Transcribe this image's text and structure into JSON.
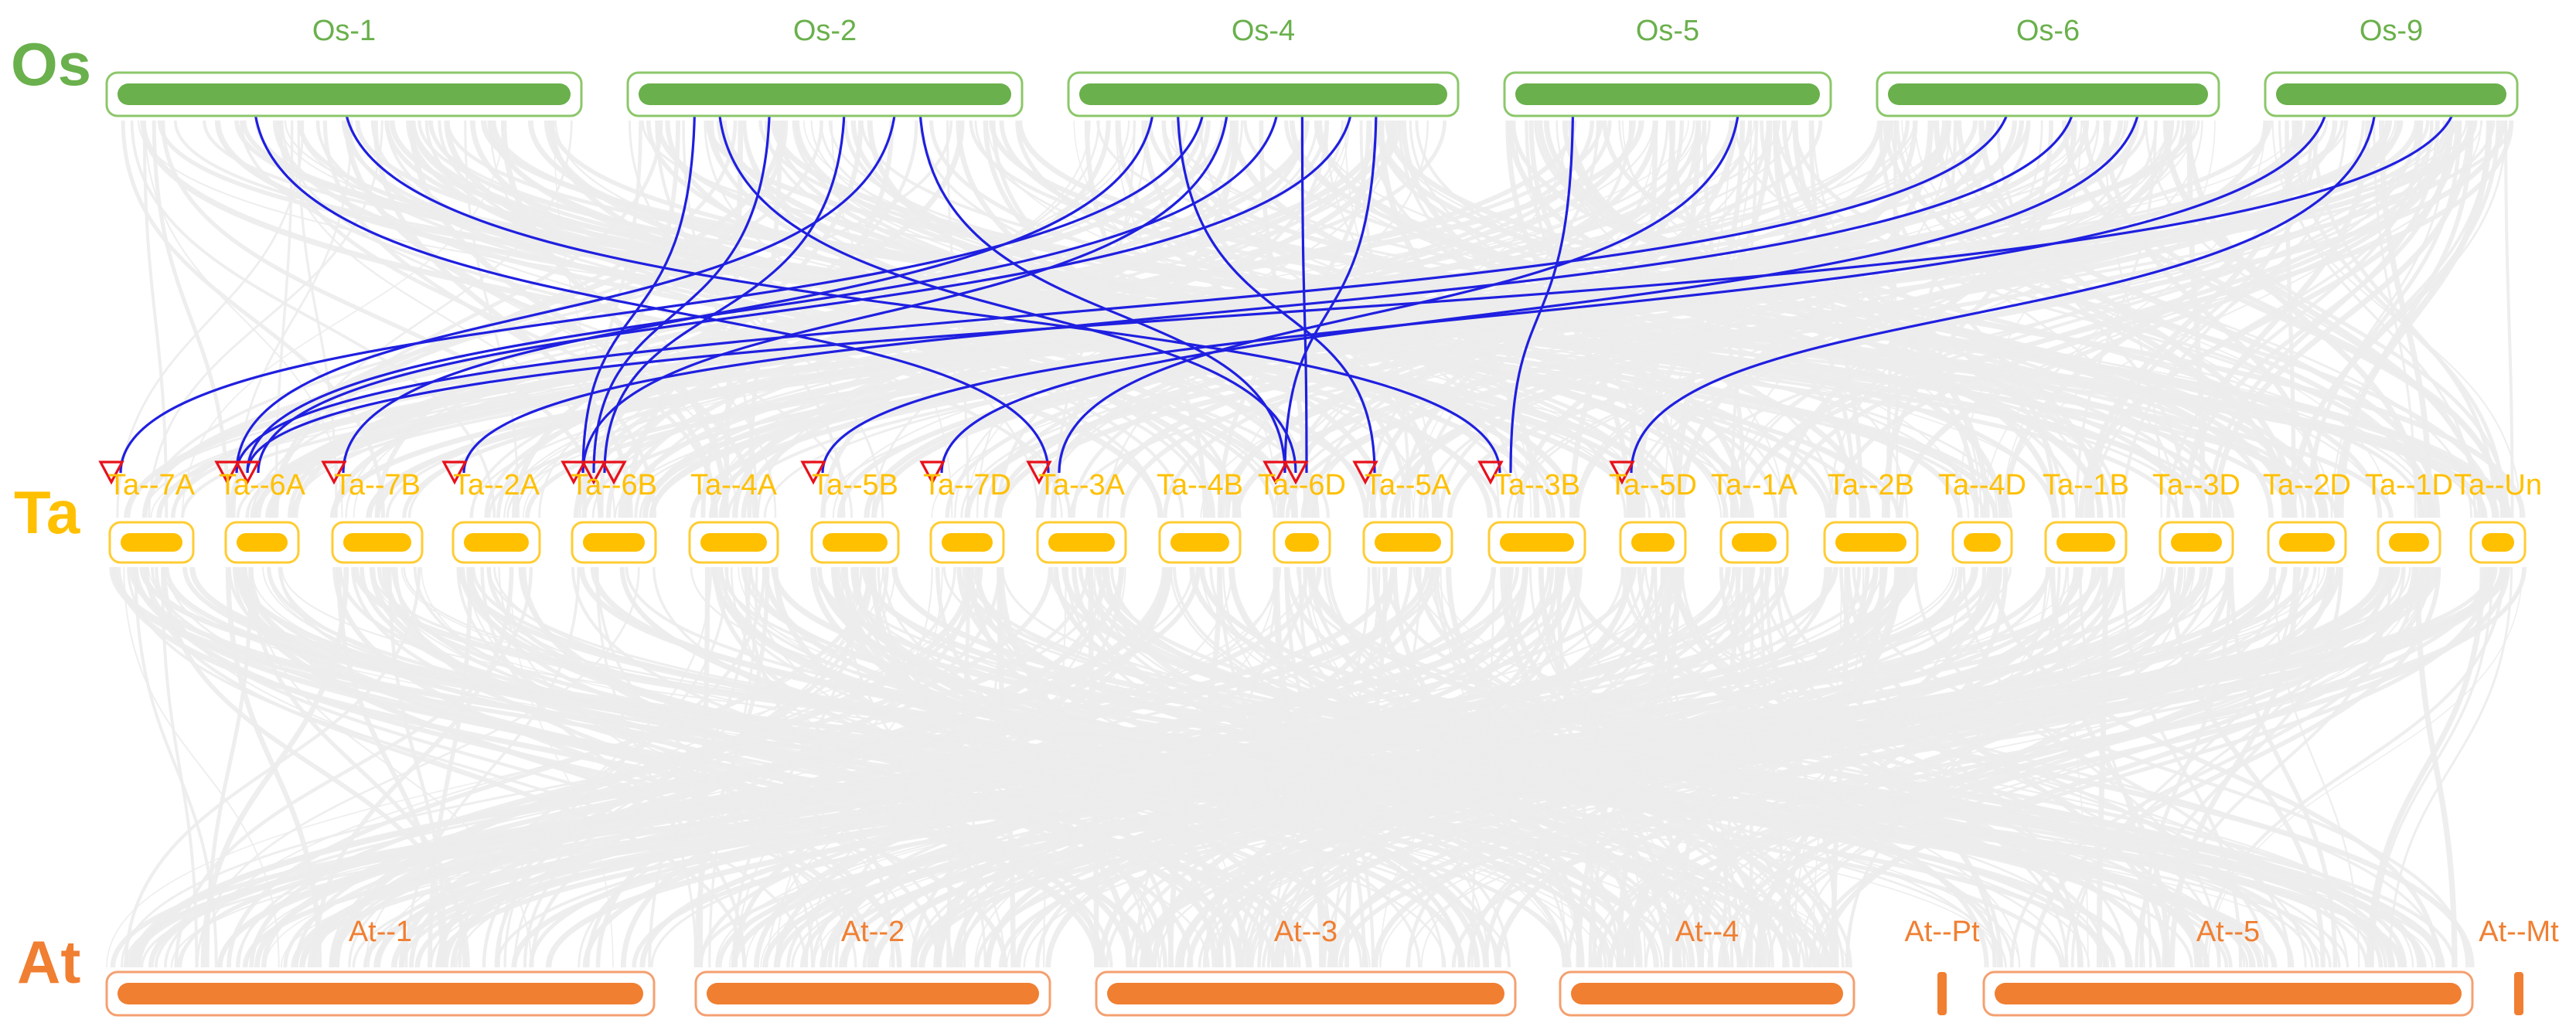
{
  "colors": {
    "os": "#6ab04c",
    "os_border": "#8cc76a",
    "ta": "#ffc000",
    "ta_border": "#ffcc33",
    "at": "#f07f32",
    "at_border": "#f4a070",
    "background_links": "#ececec",
    "highlight_links": "#1f1fe0",
    "marker": "#e8101a"
  },
  "tracks": [
    {
      "id": "os",
      "label": "Os",
      "chromosomes": [
        {
          "name": "Os-1"
        },
        {
          "name": "Os-2"
        },
        {
          "name": "Os-4"
        },
        {
          "name": "Os-5"
        },
        {
          "name": "Os-6"
        },
        {
          "name": "Os-9"
        }
      ]
    },
    {
      "id": "ta",
      "label": "Ta",
      "chromosomes": [
        {
          "name": "Ta--7A"
        },
        {
          "name": "Ta--6A"
        },
        {
          "name": "Ta--7B"
        },
        {
          "name": "Ta--2A"
        },
        {
          "name": "Ta--6B"
        },
        {
          "name": "Ta--4A"
        },
        {
          "name": "Ta--5B"
        },
        {
          "name": "Ta--7D"
        },
        {
          "name": "Ta--3A"
        },
        {
          "name": "Ta--4B"
        },
        {
          "name": "Ta--6D"
        },
        {
          "name": "Ta--5A"
        },
        {
          "name": "Ta--3B"
        },
        {
          "name": "Ta--5D"
        },
        {
          "name": "Ta--1A"
        },
        {
          "name": "Ta--2B"
        },
        {
          "name": "Ta--4D"
        },
        {
          "name": "Ta--1B"
        },
        {
          "name": "Ta--3D"
        },
        {
          "name": "Ta--2D"
        },
        {
          "name": "Ta--1D"
        },
        {
          "name": "Ta--Un"
        }
      ]
    },
    {
      "id": "at",
      "label": "At",
      "chromosomes": [
        {
          "name": "At--1"
        },
        {
          "name": "At--2"
        },
        {
          "name": "At--3"
        },
        {
          "name": "At--4"
        },
        {
          "name": "At--Pt"
        },
        {
          "name": "At--5"
        },
        {
          "name": "At--Mt"
        }
      ]
    }
  ],
  "highlight_links": [
    {
      "from": "Os-1",
      "to": "Ta--3A"
    },
    {
      "from": "Os-1",
      "to": "Ta--3B"
    },
    {
      "from": "Os-2",
      "to": "Ta--6A"
    },
    {
      "from": "Os-2",
      "to": "Ta--6B"
    },
    {
      "from": "Os-2",
      "to": "Ta--6B"
    },
    {
      "from": "Os-2",
      "to": "Ta--6B"
    },
    {
      "from": "Os-2",
      "to": "Ta--6D"
    },
    {
      "from": "Os-2",
      "to": "Ta--6D"
    },
    {
      "from": "Os-4",
      "to": "Ta--7A"
    },
    {
      "from": "Os-4",
      "to": "Ta--6A"
    },
    {
      "from": "Os-4",
      "to": "Ta--6A"
    },
    {
      "from": "Os-4",
      "to": "Ta--7B"
    },
    {
      "from": "Os-4",
      "to": "Ta--6B"
    },
    {
      "from": "Os-4",
      "to": "Ta--6D"
    },
    {
      "from": "Os-4",
      "to": "Ta--6D"
    },
    {
      "from": "Os-4",
      "to": "Ta--5A"
    },
    {
      "from": "Os-5",
      "to": "Ta--3A"
    },
    {
      "from": "Os-5",
      "to": "Ta--3B"
    },
    {
      "from": "Os-6",
      "to": "Ta--6A"
    },
    {
      "from": "Os-6",
      "to": "Ta--2A"
    },
    {
      "from": "Os-6",
      "to": "Ta--7D"
    },
    {
      "from": "Os-9",
      "to": "Ta--6A"
    },
    {
      "from": "Os-9",
      "to": "Ta--5B"
    },
    {
      "from": "Os-9",
      "to": "Ta--5D"
    }
  ],
  "markers": [
    {
      "chromosome": "Ta--7A"
    },
    {
      "chromosome": "Ta--6A"
    },
    {
      "chromosome": "Ta--6A"
    },
    {
      "chromosome": "Ta--7B"
    },
    {
      "chromosome": "Ta--2A"
    },
    {
      "chromosome": "Ta--6B"
    },
    {
      "chromosome": "Ta--6B"
    },
    {
      "chromosome": "Ta--6B"
    },
    {
      "chromosome": "Ta--5B"
    },
    {
      "chromosome": "Ta--7D"
    },
    {
      "chromosome": "Ta--3A"
    },
    {
      "chromosome": "Ta--6D"
    },
    {
      "chromosome": "Ta--6D"
    },
    {
      "chromosome": "Ta--5A"
    },
    {
      "chromosome": "Ta--3B"
    },
    {
      "chromosome": "Ta--5D"
    }
  ]
}
